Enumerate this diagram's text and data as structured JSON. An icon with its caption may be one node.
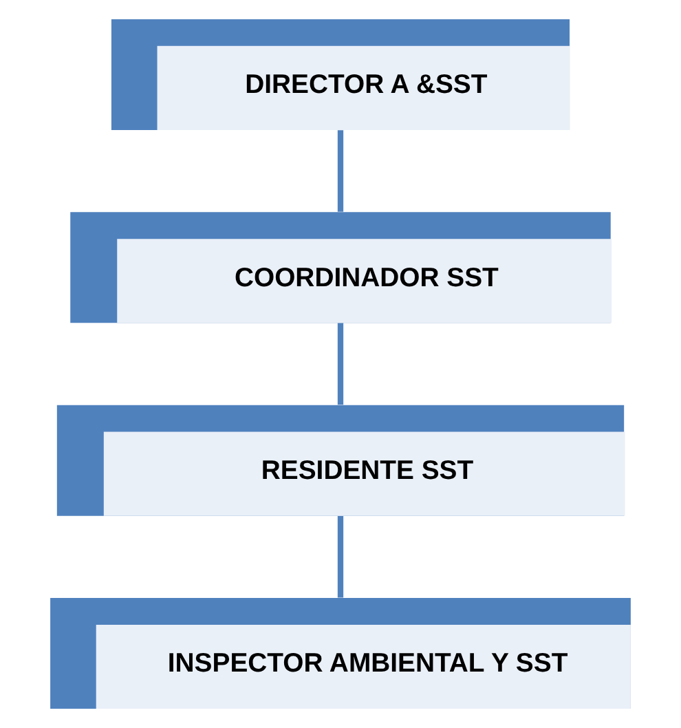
{
  "diagram": {
    "nodes": [
      {
        "text": [
          "DIRECTOR A &SST"
        ]
      },
      {
        "text": [
          "COORDINADOR SST"
        ]
      },
      {
        "text": [
          "RESIDENTE SST"
        ]
      },
      {
        "text": [
          "INSPECTOR AMBIENTAL Y SST"
        ]
      }
    ],
    "edges": [
      {
        "from": 0,
        "to": 1,
        "arrow": "none"
      },
      {
        "from": 1,
        "to": 2,
        "arrow": "none"
      },
      {
        "from": 2,
        "to": 3,
        "arrow": "none"
      }
    ]
  }
}
